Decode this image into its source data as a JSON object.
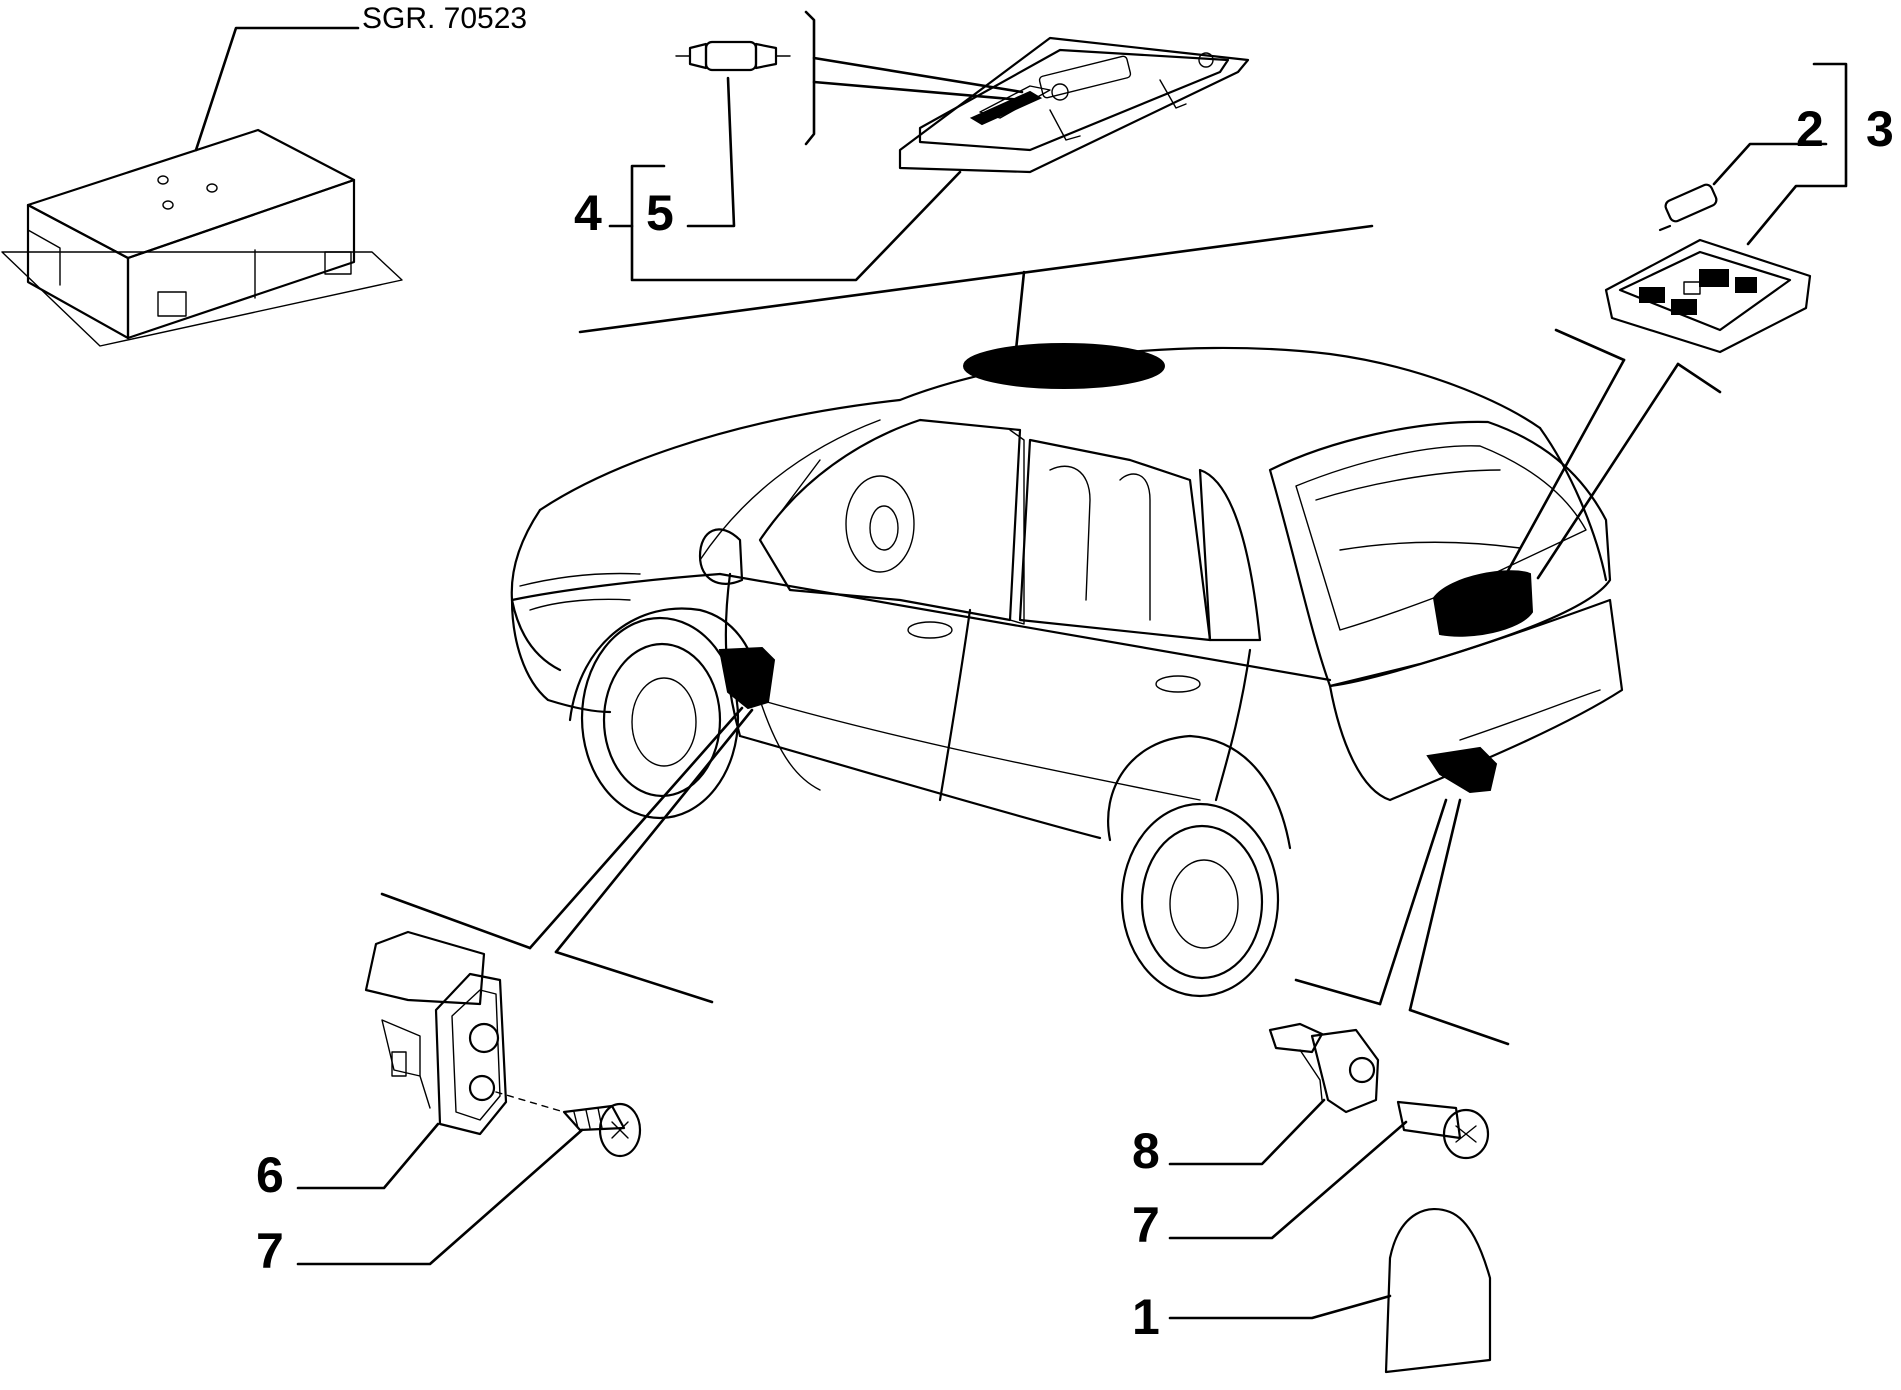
{
  "reference_code": "SGR. 70523",
  "callouts": {
    "c1": "1",
    "c2": "2",
    "c3": "3",
    "c4": "4",
    "c5": "5",
    "c6": "6",
    "c7_left": "7",
    "c7_right": "7",
    "c8": "8"
  }
}
